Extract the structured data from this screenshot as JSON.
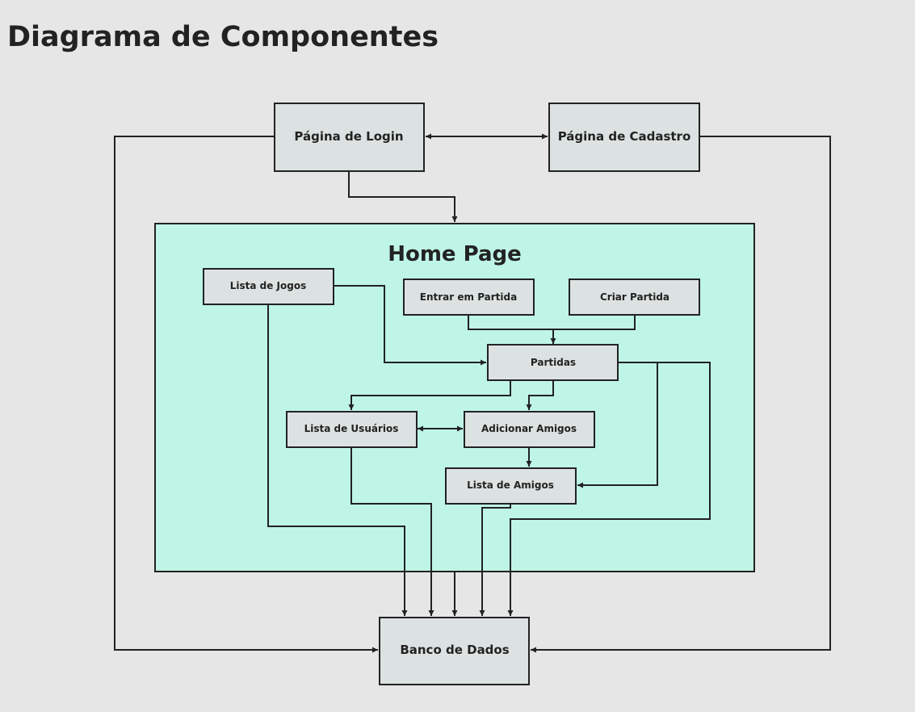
{
  "page": {
    "title": "Diagrama de Componentes"
  },
  "colors": {
    "background": "#e6e6e6",
    "box_fill": "#dce2e1",
    "container_fill": "#bff5e6",
    "stroke": "#222222"
  },
  "diagram": {
    "container": {
      "label": "Home Page"
    },
    "nodes": {
      "login": "Página de Login",
      "cadastro": "Página de Cadastro",
      "lista_jogos": "Lista de Jogos",
      "entrar_partida": "Entrar em Partida",
      "criar_partida": "Criar Partida",
      "partidas": "Partidas",
      "lista_usuarios": "Lista de Usuários",
      "adicionar_amigos": "Adicionar Amigos",
      "lista_amigos": "Lista de Amigos",
      "banco_dados": "Banco de Dados"
    },
    "connections": [
      {
        "from": "Página de Login",
        "to": "Página de Cadastro",
        "bidirectional": true
      },
      {
        "from": "Página de Login",
        "to": "Home Page"
      },
      {
        "from": "Página de Login",
        "to": "Banco de Dados"
      },
      {
        "from": "Página de Cadastro",
        "to": "Banco de Dados"
      },
      {
        "from": "Lista de Jogos",
        "to": "Partidas"
      },
      {
        "from": "Lista de Jogos",
        "to": "Banco de Dados"
      },
      {
        "from": "Entrar em Partida",
        "to": "Partidas"
      },
      {
        "from": "Criar Partida",
        "to": "Partidas"
      },
      {
        "from": "Partidas",
        "to": "Lista de Usuários"
      },
      {
        "from": "Partidas",
        "to": "Adicionar Amigos"
      },
      {
        "from": "Partidas",
        "to": "Lista de Amigos"
      },
      {
        "from": "Partidas",
        "to": "Banco de Dados"
      },
      {
        "from": "Lista de Usuários",
        "to": "Adicionar Amigos",
        "bidirectional": true
      },
      {
        "from": "Lista de Usuários",
        "to": "Banco de Dados"
      },
      {
        "from": "Adicionar Amigos",
        "to": "Lista de Amigos"
      },
      {
        "from": "Lista de Amigos",
        "to": "Banco de Dados"
      },
      {
        "from": "Home Page",
        "to": "Banco de Dados"
      }
    ]
  }
}
